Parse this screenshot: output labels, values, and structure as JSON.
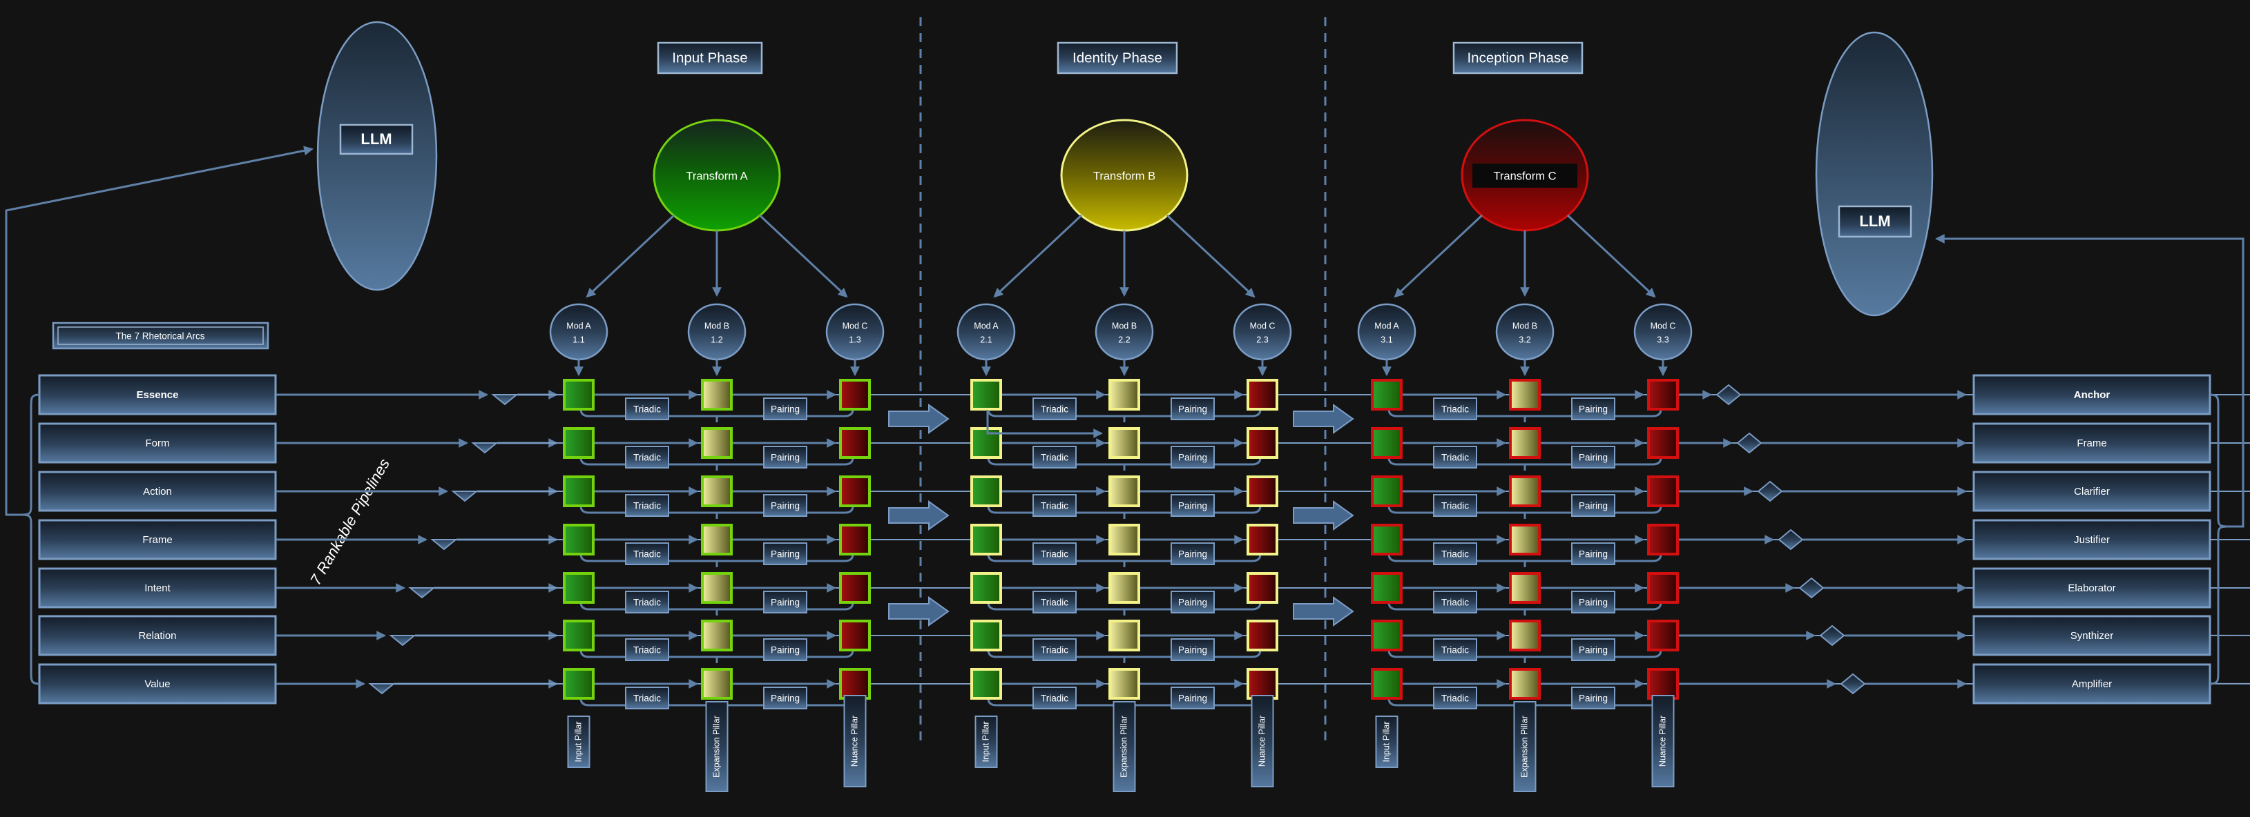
{
  "llm": {
    "left": "LLM",
    "right": "LLM"
  },
  "arcs_panel": {
    "title": "The 7 Rhetorical Arcs",
    "items": [
      "Essence",
      "Form",
      "Action",
      "Frame",
      "Intent",
      "Relation",
      "Value"
    ]
  },
  "outputs_panel": {
    "items": [
      "Anchor",
      "Frame",
      "Clarifier",
      "Justifier",
      "Elaborator",
      "Synthizer",
      "Amplifier"
    ]
  },
  "note": "7 Rankable Pipelines",
  "stage_labels": {
    "triadic": "Triadic",
    "pairing": "Pairing"
  },
  "pillars": [
    "Input Pillar",
    "Expansion Pillar",
    "Nuance Pillar"
  ],
  "phases": [
    {
      "title": "Input Phase",
      "transform": "Transform A",
      "accent": "#74d20e",
      "mods": [
        {
          "name": "Mod A",
          "num": "1.1"
        },
        {
          "name": "Mod B",
          "num": "1.2"
        },
        {
          "name": "Mod C",
          "num": "1.3"
        }
      ]
    },
    {
      "title": "Identity Phase",
      "transform": "Transform B",
      "accent": "#f2f288",
      "mods": [
        {
          "name": "Mod A",
          "num": "2.1"
        },
        {
          "name": "Mod B",
          "num": "2.2"
        },
        {
          "name": "Mod C",
          "num": "2.3"
        }
      ]
    },
    {
      "title": "Inception Phase",
      "transform": "Transform C",
      "accent": "#d40f0f",
      "mods": [
        {
          "name": "Mod A",
          "num": "3.1"
        },
        {
          "name": "Mod B",
          "num": "3.2"
        },
        {
          "name": "Mod C",
          "num": "3.3"
        }
      ]
    }
  ],
  "colors": {
    "background": "#131313",
    "line": "#5f81a8",
    "border": "#7b9cc4",
    "phase_accents": [
      "#74d20e",
      "#f2f288",
      "#d40f0f"
    ],
    "square_green": [
      "#2ba32a",
      "#1a5c05"
    ],
    "square_yellow": [
      "#f3f0a0",
      "#55541a"
    ],
    "square_red": [
      "#a80f0f",
      "#300303"
    ],
    "transform_fills": [
      "#0fa003",
      "#c8bb00",
      "#ad0404"
    ]
  }
}
